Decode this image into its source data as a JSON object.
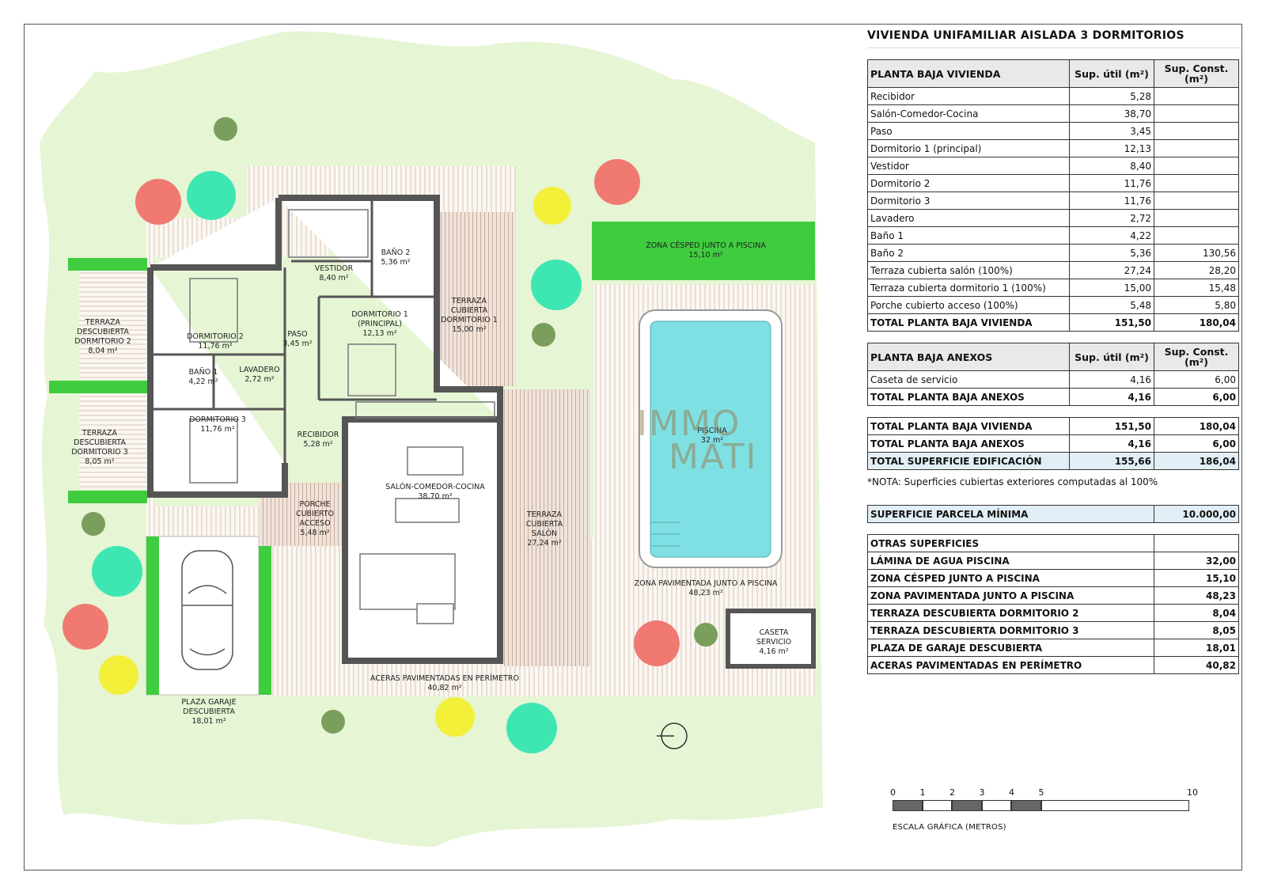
{
  "title": "VIVIENDA UNIFAMILIAR AISLADA 3 DORMITORIOS",
  "table1": {
    "header": [
      "PLANTA BAJA VIVIENDA",
      "Sup. útil (m²)",
      "Sup. Const. (m²)"
    ],
    "rows": [
      [
        "Recibidor",
        "5,28",
        ""
      ],
      [
        "Salón-Comedor-Cocina",
        "38,70",
        ""
      ],
      [
        "Paso",
        "3,45",
        ""
      ],
      [
        "Dormitorio 1 (principal)",
        "12,13",
        ""
      ],
      [
        "Vestidor",
        "8,40",
        ""
      ],
      [
        "Dormitorio 2",
        "11,76",
        ""
      ],
      [
        "Dormitorio 3",
        "11,76",
        ""
      ],
      [
        "Lavadero",
        "2,72",
        ""
      ],
      [
        "Baño 1",
        "4,22",
        ""
      ],
      [
        "Baño 2",
        "5,36",
        "130,56"
      ],
      [
        "Terraza cubierta salón (100%)",
        "27,24",
        "28,20"
      ],
      [
        "Terraza cubierta dormitorio 1 (100%)",
        "15,00",
        "15,48"
      ],
      [
        "Porche cubierto acceso (100%)",
        "5,48",
        "5,80"
      ]
    ],
    "total": [
      "TOTAL PLANTA BAJA VIVIENDA",
      "151,50",
      "180,04"
    ]
  },
  "table2": {
    "header": [
      "PLANTA BAJA ANEXOS",
      "Sup. útil (m²)",
      "Sup. Const. (m²)"
    ],
    "rows": [
      [
        "Caseta de servicio",
        "4,16",
        "6,00"
      ]
    ],
    "total": [
      "TOTAL PLANTA BAJA ANEXOS",
      "4,16",
      "6,00"
    ]
  },
  "table3": {
    "rows": [
      [
        "TOTAL PLANTA BAJA VIVIENDA",
        "151,50",
        "180,04"
      ],
      [
        "TOTAL PLANTA BAJA ANEXOS",
        "4,16",
        "6,00"
      ],
      [
        "TOTAL SUPERFICIE EDIFICACIÓN",
        "155,66",
        "186,04"
      ]
    ]
  },
  "note": "*NOTA: Superficies cubiertas exteriores computadas al 100%",
  "parcela": [
    "SUPERFICIE PARCELA MÍNIMA",
    "10.000,00"
  ],
  "otras": {
    "header": "OTRAS SUPERFICIES",
    "rows": [
      [
        "LÁMINA DE AGUA PISCINA",
        "32,00"
      ],
      [
        "ZONA CÉSPED JUNTO A PISCINA",
        "15,10"
      ],
      [
        "ZONA PAVIMENTADA JUNTO A PISCINA",
        "48,23"
      ],
      [
        "TERRAZA DESCUBIERTA DORMITORIO 2",
        "8,04"
      ],
      [
        "TERRAZA DESCUBIERTA DORMITORIO 3",
        "8,05"
      ],
      [
        "PLAZA DE GARAJE DESCUBIERTA",
        "18,01"
      ],
      [
        "ACERAS PAVIMENTADAS EN PERÍMETRO",
        "40,82"
      ]
    ]
  },
  "scale": {
    "ticks": [
      "0",
      "1",
      "2",
      "3",
      "4",
      "5",
      "10"
    ],
    "label": "ESCALA GRÁFICA (METROS)"
  },
  "watermark": {
    "line1": "IMMO",
    "line2": "MATI"
  },
  "plan_labels": {
    "vestidor": [
      "VESTIDOR",
      "8,40 m²"
    ],
    "bano2": [
      "BAÑO 2",
      "5,36 m²"
    ],
    "dorm2": [
      "DORMITORIO 2",
      "11,76 m²"
    ],
    "dorm1": [
      "DORMITORIO 1",
      "(PRINCIPAL)",
      "12,13 m²"
    ],
    "paso": [
      "PASO",
      "3,45 m²"
    ],
    "bano1": [
      "BAÑO 1",
      "4,22 m²"
    ],
    "lavadero": [
      "LAVADERO",
      "2,72 m²"
    ],
    "dorm3": [
      "DORMITORIO 3",
      "11,76 m²"
    ],
    "recibidor": [
      "RECIBIDOR",
      "5,28 m²"
    ],
    "salon": [
      "SALÓN-COMEDOR-COCINA",
      "38,70 m²"
    ],
    "porche": [
      "PORCHE",
      "CUBIERTO",
      "ACCESO",
      "5,48 m²"
    ],
    "terr_d2": [
      "TERRAZA",
      "DESCUBIERTA",
      "DORMITORIO 2",
      "8,04 m²"
    ],
    "terr_d3": [
      "TERRAZA",
      "DESCUBIERTA",
      "DORMITORIO 3",
      "8,05 m²"
    ],
    "terr_d1": [
      "TERRAZA",
      "CUBIERTA",
      "DORMITORIO 1",
      "15,00 m²"
    ],
    "terr_salon": [
      "TERRAZA",
      "CUBIERTA",
      "SALÓN",
      "27,24 m²"
    ],
    "cesped": [
      "ZONA CÉSPED JUNTO A PISCINA",
      "15,10 m²"
    ],
    "piscina": [
      "PISCINA",
      "32 m²"
    ],
    "pavimentada": [
      "ZONA PAVIMENTADA JUNTO A PISCINA",
      "48,23 m²"
    ],
    "caseta": [
      "CASETA",
      "SERVICIO",
      "4,16 m²"
    ],
    "aceras": [
      "ACERAS PAVIMENTADAS EN PERÍMETRO",
      "40,82 m²"
    ],
    "garaje": [
      "PLAZA GARAJE",
      "DESCUBIERTA",
      "18,01 m²"
    ]
  },
  "colors": {
    "lawn": "#e6f5d4",
    "grass": "#3fcd3f",
    "pool": "#7fe0e4",
    "wall": "#555555",
    "tree_red": "#f07a72",
    "tree_teal": "#3ee6b2",
    "tree_yellow": "#f3f03a",
    "tree_olive": "#7a9e5c"
  }
}
